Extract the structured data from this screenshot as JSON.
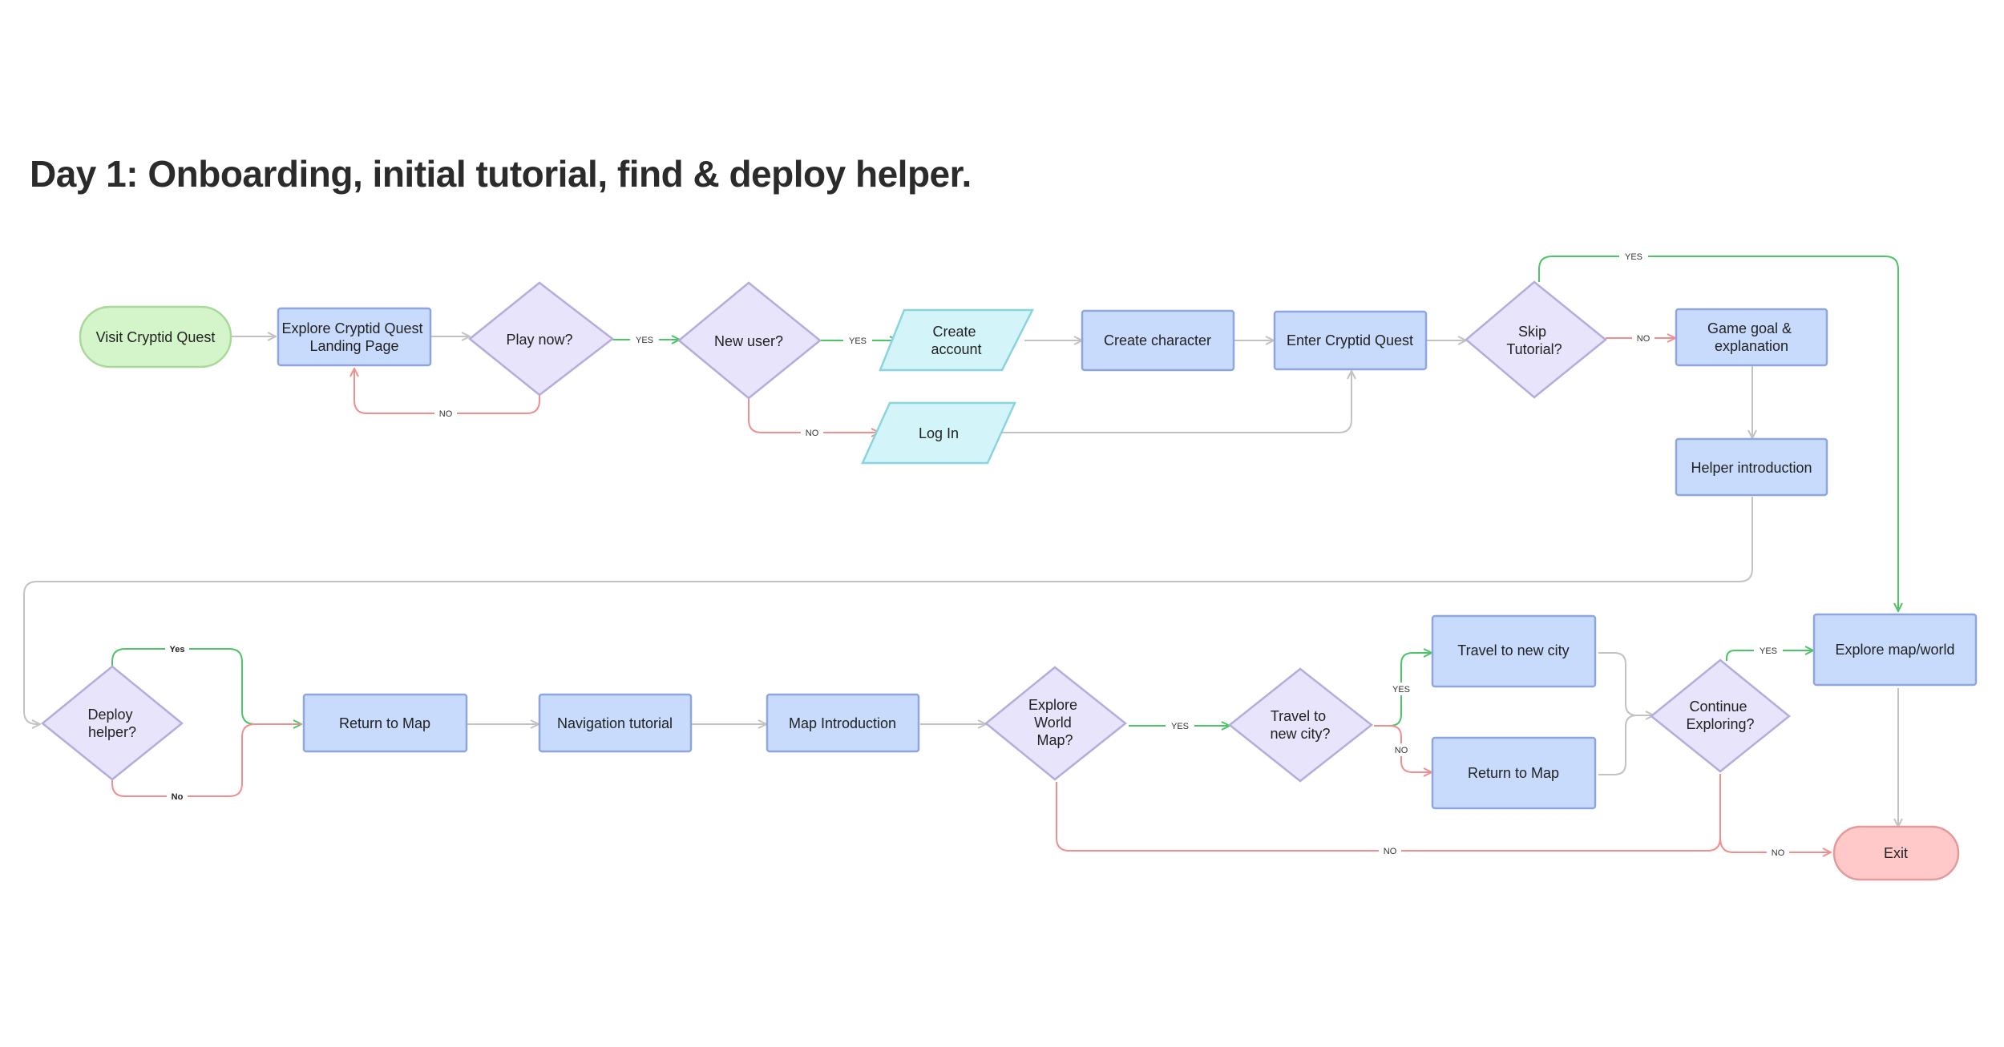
{
  "title": "Day 1: Onboarding, initial tutorial, find & deploy helper.",
  "colors": {
    "start_fill": "#d4f5c9",
    "start_stroke": "#a9d99a",
    "process_fill": "#c9dbfc",
    "process_stroke": "#8ea6dd",
    "decision_fill": "#e7e4fb",
    "decision_stroke": "#b4addb",
    "io_fill": "#d3f5fa",
    "io_stroke": "#8ad3df",
    "end_fill": "#ffc9c9",
    "end_stroke": "#e59a9a",
    "edge_default": "#c2c2c2",
    "edge_yes": "#4cc467",
    "edge_no": "#ef8f8f"
  },
  "nodes": {
    "visit": {
      "text": [
        "Visit Cryptid Quest"
      ]
    },
    "explore_landing": {
      "text": [
        "Explore Cryptid Quest",
        "Landing Page"
      ]
    },
    "play_now": {
      "text": [
        "Play now?"
      ]
    },
    "new_user": {
      "text": [
        "New user?"
      ]
    },
    "create_account": {
      "text": [
        "Create",
        "account"
      ]
    },
    "log_in": {
      "text": [
        "Log In"
      ]
    },
    "create_character": {
      "text": [
        "Create character"
      ]
    },
    "enter_quest": {
      "text": [
        "Enter Cryptid Quest"
      ]
    },
    "skip_tutorial": {
      "text": [
        "Skip",
        "Tutorial?"
      ]
    },
    "game_goal": {
      "text": [
        "Game goal &",
        "explanation"
      ]
    },
    "helper_intro": {
      "text": [
        "Helper introduction"
      ]
    },
    "deploy_helper": {
      "text": [
        "Deploy",
        "helper?"
      ]
    },
    "return_map_1": {
      "text": [
        "Return to Map"
      ]
    },
    "nav_tutorial": {
      "text": [
        "Navigation tutorial"
      ]
    },
    "map_intro": {
      "text": [
        "Map Introduction"
      ]
    },
    "explore_world_map": {
      "text": [
        "Explore",
        "World",
        "Map?"
      ]
    },
    "travel_new_city_q": {
      "text": [
        "Travel to",
        "new city?"
      ]
    },
    "travel_new_city": {
      "text": [
        "Travel to new city"
      ]
    },
    "return_map_2": {
      "text": [
        "Return to Map"
      ]
    },
    "continue_exploring": {
      "text": [
        "Continue",
        "Exploring?"
      ]
    },
    "explore_map_world": {
      "text": [
        "Explore map/world"
      ]
    },
    "exit": {
      "text": [
        "Exit"
      ]
    }
  },
  "edge_labels": {
    "play_yes": "YES",
    "play_no": "NO",
    "newuser_yes": "YES",
    "newuser_no": "NO",
    "skip_yes": "YES",
    "skip_no": "NO",
    "deploy_yes": "Yes",
    "deploy_no": "No",
    "explore_yes": "YES",
    "explore_no": "NO",
    "travel_yes": "YES",
    "travel_no": "NO",
    "continue_yes": "YES",
    "continue_no": "NO"
  }
}
